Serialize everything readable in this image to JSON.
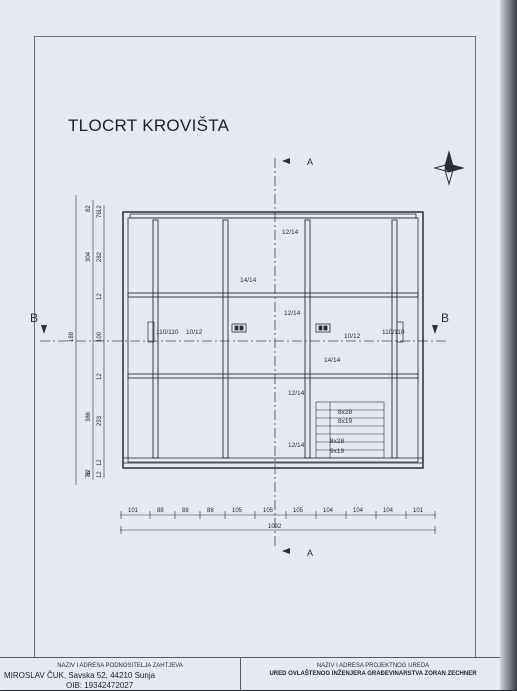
{
  "drawing": {
    "title": "TLOCRT KROVIŠTA",
    "section_a": "A",
    "section_b": "B",
    "horizontal_dims": [
      "101",
      "88",
      "88",
      "88",
      "105",
      "105",
      "105",
      "104",
      "104",
      "104",
      "101"
    ],
    "total_width": "1092",
    "left_dims_outer": [
      "82",
      "304",
      "188",
      "386",
      "82"
    ],
    "left_dims_mid": [
      "12",
      "282",
      "12",
      "12",
      "12",
      "293",
      "76",
      "12"
    ],
    "left_dims_inner": [
      "76",
      "100"
    ],
    "rafter_labels": [
      "12/14",
      "14/14",
      "12/14",
      "10/12",
      "10/12",
      "14/14",
      "12/14",
      "12/14"
    ],
    "beam_labels": [
      "110/110",
      "110/110"
    ],
    "stair_labels": [
      "8x28",
      "8x19",
      "8x28",
      "9x19"
    ]
  },
  "title_block": {
    "applicant_header": "NAZIV I ADRESA PODNOSITELJA ZAHTJEVA",
    "applicant_line": "MIROSLAV ČUK, Savska 52, 44210 Sunja",
    "applicant_oib": "OIB: 19342472027",
    "office_header": "NAZIV I ADRESA PROJEKTNOG UREDA",
    "office_line": "URED OVLAŠTENOG INŽENJERA GRAĐEVINARSTVA ZORAN ZECHNER"
  }
}
